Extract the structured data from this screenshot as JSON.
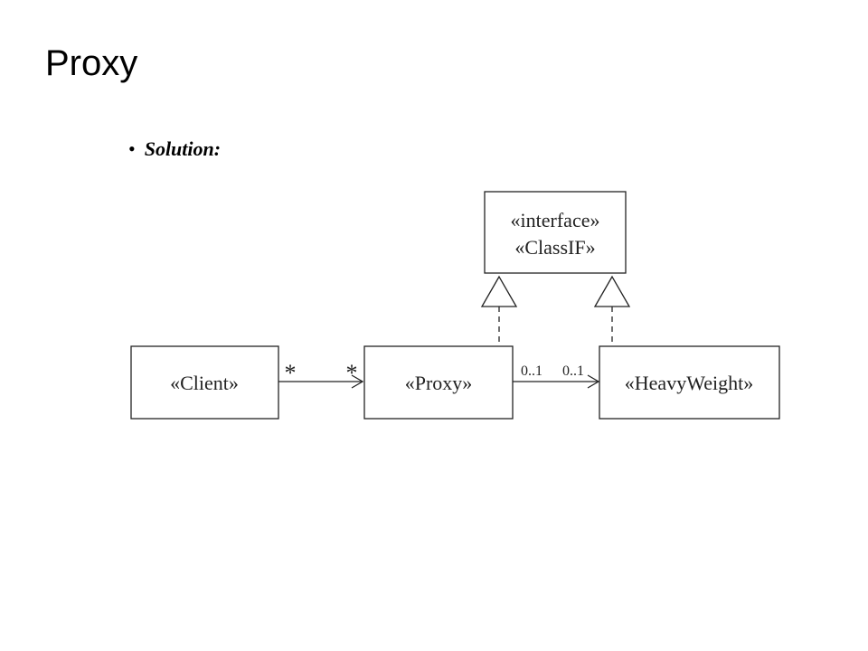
{
  "slide": {
    "title": "Proxy",
    "bullet": "Solution:"
  },
  "diagram": {
    "interface_box": {
      "line1": "«interface»",
      "line2": "«ClassIF»"
    },
    "client_box": {
      "label": "«Client»"
    },
    "proxy_box": {
      "label": "«Proxy»"
    },
    "heavyweight_box": {
      "label": "«HeavyWeight»"
    },
    "client_proxy_assoc": {
      "source_multiplicity": "*",
      "target_multiplicity": "*"
    },
    "proxy_heavy_assoc": {
      "source_multiplicity": "0..1",
      "target_multiplicity": "0..1"
    }
  }
}
